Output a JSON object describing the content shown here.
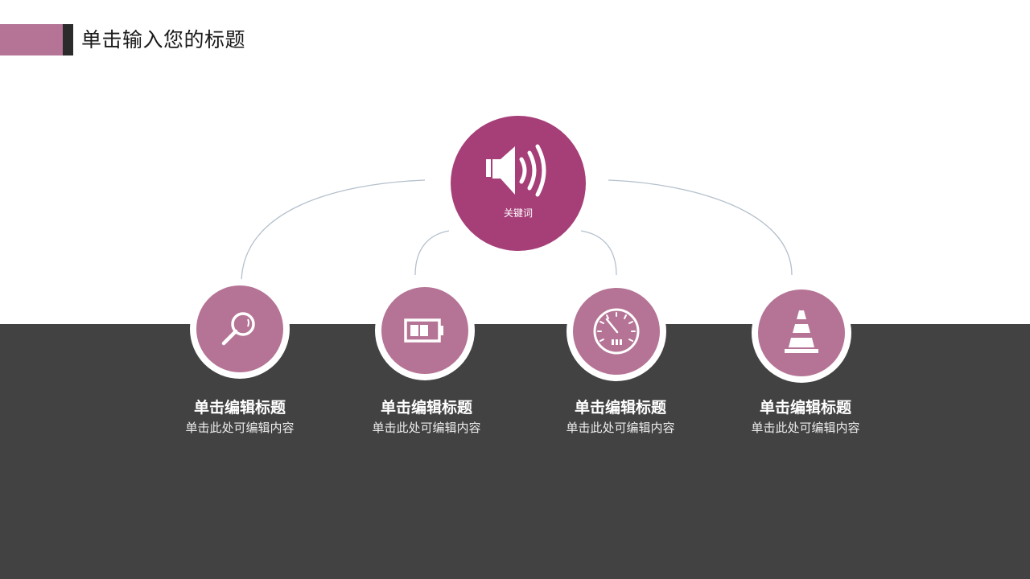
{
  "header": {
    "title": "单击输入您的标题"
  },
  "colors": {
    "accent": "#b57495",
    "hub": "#a63e78",
    "dark_band": "#424242",
    "title_accent": "#2b2b2b",
    "connector": "#b4c0cc"
  },
  "hub": {
    "icon": "speaker-icon",
    "label": "关键词"
  },
  "nodes": [
    {
      "icon": "magnifier-icon",
      "title": "单击编辑标题",
      "desc": "单击此处可编辑内容"
    },
    {
      "icon": "battery-icon",
      "title": "单击编辑标题",
      "desc": "单击此处可编辑内容"
    },
    {
      "icon": "speedometer-icon",
      "title": "单击编辑标题",
      "desc": "单击此处可编辑内容"
    },
    {
      "icon": "traffic-cone-icon",
      "title": "单击编辑标题",
      "desc": "单击此处可编辑内容"
    }
  ]
}
